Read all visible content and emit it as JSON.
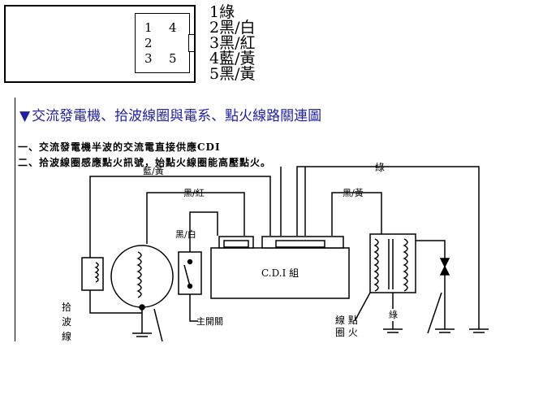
{
  "connector": {
    "pins": [
      "1",
      "4",
      "2",
      "3",
      "5"
    ]
  },
  "legend": [
    "1綠",
    "2黑/白",
    "3黑/紅",
    "4藍/黃",
    "5黑/黃"
  ],
  "title": {
    "marker": "▼",
    "text": "交流發電機、拾波線圈與電系、點火線路關連圖"
  },
  "description": [
    "一、交流發電機半波的交流電直接供應CDI",
    "二、拾波線圈感應點火訊號，始點火線圈能高壓點火。"
  ],
  "diagram": {
    "wire_labels": {
      "blue_yellow": "藍/黃",
      "black_red": "黑/紅",
      "black_white": "黑/白",
      "black_yellow": "黑/黃",
      "green_top": "綠",
      "green_bottom": "綠"
    },
    "cdi_label": "C.D.I 組",
    "main_switch_label": "主開關",
    "pickup_label_chars": [
      "拾",
      "波",
      "線"
    ],
    "ignition_coil_label": [
      "線 點",
      "圈 火"
    ]
  }
}
